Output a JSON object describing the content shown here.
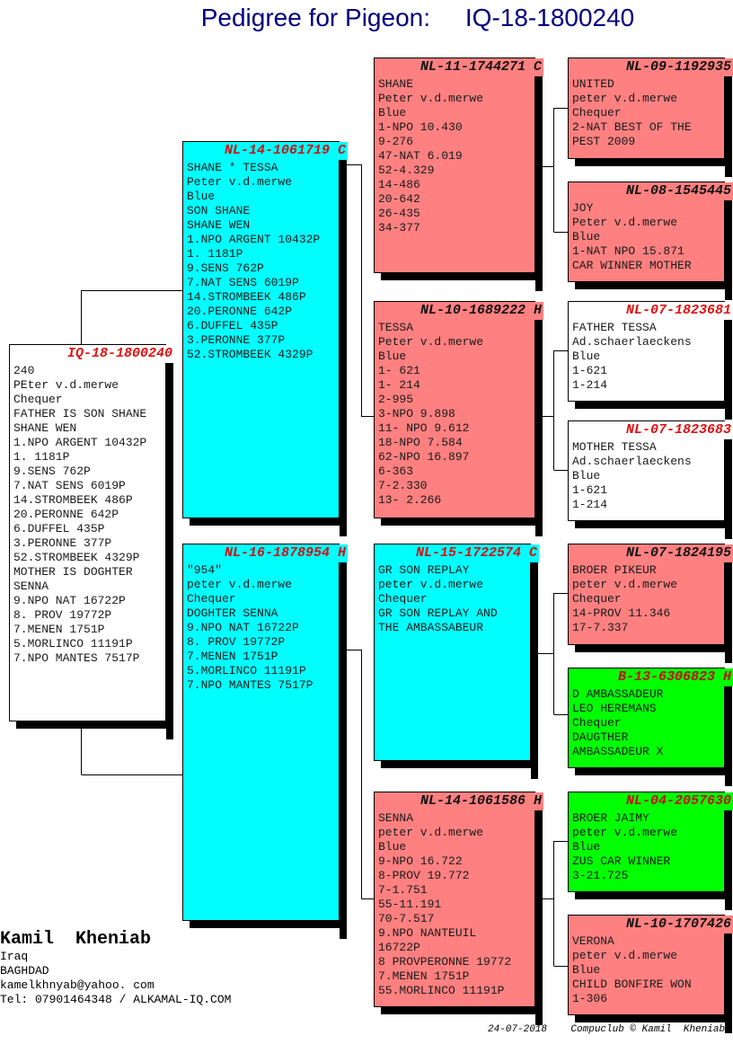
{
  "title": "Pedigree for Pigeon:     IQ-18-1800240",
  "pigeons": [
    {
      "role": "subject",
      "id": "IQ-18-1800240",
      "bg": "#ffffff",
      "id_color": "#e01010",
      "lines": [
        "240",
        "PEter v.d.merwe",
        "Chequer",
        "FATHER IS SON SHANE",
        "SHANE WEN",
        "1.NPO ARGENT 10432P",
        "1. 1181P",
        "9.SENS 762P",
        "7.NAT SENS 6019P",
        "14.STROMBEEK 486P",
        "20.PERONNE 642P",
        "6.DUFFEL 435P",
        "3.PERONNE 377P",
        "52.STROMBEEK 4329P",
        "MOTHER IS DOGHTER",
        "SENNA",
        "9.NPO NAT 16722P",
        "8. PROV 19772P",
        "7.MENEN 1751P",
        "5.MORLINCO 11191P",
        "7.NPO MANTES 7517P"
      ]
    },
    {
      "role": "sire",
      "id": "NL-14-1061719 C",
      "bg": "#00ffff",
      "id_color": "#d01010",
      "lines": [
        "SHANE * TESSA",
        "Peter v.d.merwe",
        "Blue",
        "SON SHANE",
        "SHANE WEN",
        "1.NPO ARGENT 10432P",
        "1. 1181P",
        "9.SENS 762P",
        "7.NAT SENS 6019P",
        "14.STROMBEEK 486P",
        "20.PERONNE 642P",
        "6.DUFFEL 435P",
        "3.PERONNE 377P",
        "52.STROMBEEK 4329P"
      ]
    },
    {
      "role": "dam",
      "id": "NL-16-1878954 H",
      "bg": "#00ffff",
      "id_color": "#d01010",
      "lines": [
        "\"954\"",
        "peter v.d.merwe",
        "Chequer",
        "DOGHTER SENNA",
        "9.NPO NAT 16722P",
        "8. PROV 19772P",
        "7.MENEN 1751P",
        "5.MORLINCO 11191P",
        "7.NPO MANTES 7517P"
      ]
    },
    {
      "role": "sire-sire",
      "id": "NL-11-1744271 C",
      "bg": "#ff8080",
      "id_color": "#111111",
      "lines": [
        "SHANE",
        "Peter v.d.merwe",
        "Blue",
        "1-NPO 10.430",
        "9-276",
        "47-NAT 6.019",
        "52-4.329",
        "14-486",
        "20-642",
        "26-435",
        "34-377"
      ]
    },
    {
      "role": "sire-dam",
      "id": "NL-10-1689222 H",
      "bg": "#ff8080",
      "id_color": "#111111",
      "lines": [
        "TESSA",
        "Peter v.d.merwe",
        "Blue",
        "1- 621",
        "1- 214",
        "2-995",
        "3-NPO 9.898",
        "11- NPO 9.612",
        "18-NPO 7.584",
        "62-NPO 16.897",
        "6-363",
        "7-2.330",
        "13- 2.266"
      ]
    },
    {
      "role": "dam-sire",
      "id": "NL-15-1722574 C",
      "bg": "#00ffff",
      "id_color": "#d01010",
      "lines": [
        "GR SON REPLAY",
        "peter v.d.merwe",
        "Chequer",
        "GR SON REPLAY AND",
        "THE AMBASSABEUR"
      ]
    },
    {
      "role": "dam-dam",
      "id": "NL-14-1061586 H",
      "bg": "#ff8080",
      "id_color": "#111111",
      "lines": [
        "SENNA",
        "peter v.d.merwe",
        "Blue",
        "9-NPO 16.722",
        "8-PROV 19.772",
        "7-1.751",
        "55-11.191",
        "70-7.517",
        "9.NPO NANTEUIL",
        "16722P",
        "8 PROVPERONNE 19772",
        "7.MENEN 1751P",
        "55.MORLINCO 11191P"
      ]
    },
    {
      "role": "ss-sire",
      "id": "NL-09-1192935",
      "bg": "#ff8080",
      "id_color": "#111111",
      "lines": [
        "UNITED",
        "peter v.d.merwe",
        "Chequer",
        "2-NAT BEST OF THE",
        "PEST 2009"
      ]
    },
    {
      "role": "ss-dam",
      "id": "NL-08-1545445",
      "bg": "#ff8080",
      "id_color": "#111111",
      "lines": [
        "JOY",
        "Peter v.d.merwe",
        "Blue",
        "1-NAT NPO 15.871",
        "CAR WINNER MOTHER"
      ]
    },
    {
      "role": "sd-sire",
      "id": "NL-07-1823681",
      "bg": "#ffffff",
      "id_color": "#e01010",
      "lines": [
        "FATHER TESSA",
        "Ad.schaerlaeckens",
        "Blue",
        "1-621",
        "1-214"
      ]
    },
    {
      "role": "sd-dam",
      "id": "NL-07-1823683",
      "bg": "#ffffff",
      "id_color": "#e01010",
      "lines": [
        "MOTHER TESSA",
        "Ad.schaerlaeckens",
        "Blue",
        "1-621",
        "1-214"
      ]
    },
    {
      "role": "ds-sire",
      "id": "NL-07-1824195",
      "bg": "#ff8080",
      "id_color": "#111111",
      "lines": [
        "BROER PIKEUR",
        "peter v.d.merwe",
        "Chequer",
        "14-PROV 11.346",
        "17-7.337"
      ]
    },
    {
      "role": "ds-dam",
      "id": "B-13-6306823 H",
      "bg": "#00ff00",
      "id_color": "#c01010",
      "lines": [
        "D AMBASSADEUR",
        "LEO HEREMANS",
        "Chequer",
        "DAUGTHER",
        "AMBASSADEUR X"
      ]
    },
    {
      "role": "dd-sire",
      "id": "NL-04-2057630",
      "bg": "#00ff00",
      "id_color": "#c01010",
      "lines": [
        "BROER JAIMY",
        "peter v.d.merwe",
        "Blue",
        "ZUS CAR WINNER",
        "3-21.725"
      ]
    },
    {
      "role": "dd-dam",
      "id": "NL-10-1707426",
      "bg": "#ff8080",
      "id_color": "#111111",
      "lines": [
        "VERONA",
        "peter v.d.merwe",
        "Blue",
        "CHILD BONFIRE WON",
        "1-306"
      ]
    }
  ],
  "contact": {
    "name": "Kamil  Kheniab",
    "country": "Iraq",
    "city": "BAGHDAD",
    "email": "kamelkhnyab@yahoo. com",
    "tel": "Tel: 07901464348 / ALKAMAL-IQ.COM"
  },
  "footer": {
    "date": "24-07-2018",
    "credit": "Compuclub © Kamil  Kheniab"
  }
}
